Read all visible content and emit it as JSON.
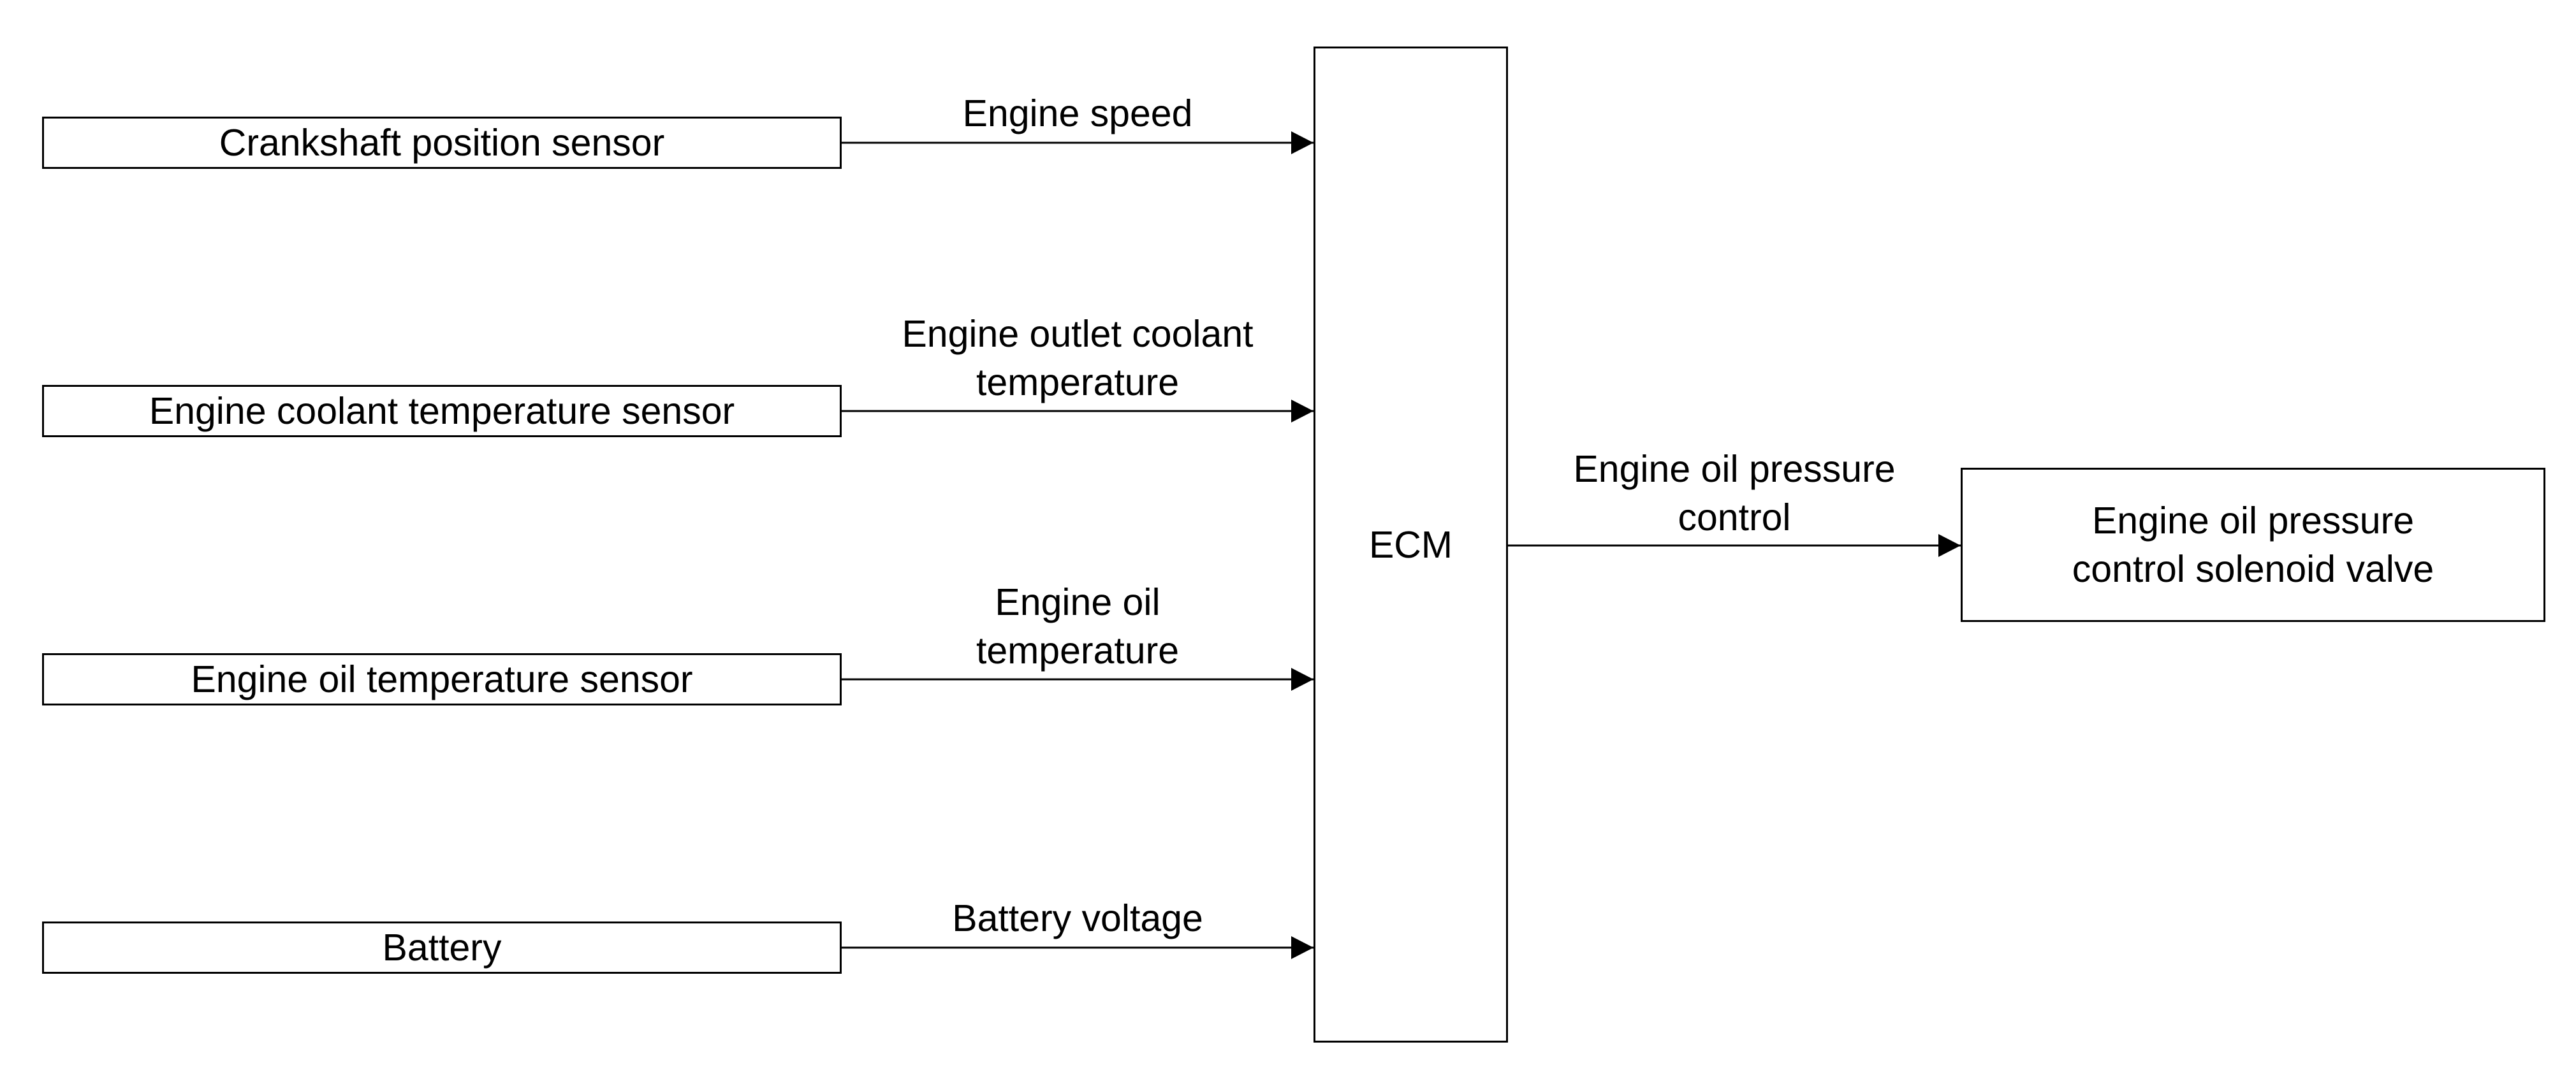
{
  "inputs": {
    "crankshaft": {
      "sensor": "Crankshaft position sensor",
      "signal": [
        "Engine speed"
      ]
    },
    "coolant": {
      "sensor": "Engine coolant temperature sensor",
      "signal": [
        "Engine outlet coolant",
        "temperature"
      ]
    },
    "oil_temp": {
      "sensor": "Engine oil temperature sensor",
      "signal": [
        "Engine oil",
        "temperature"
      ]
    },
    "battery": {
      "sensor": "Battery",
      "signal": [
        "Battery voltage"
      ]
    }
  },
  "ecm": {
    "label": "ECM"
  },
  "output": {
    "signal": [
      "Engine oil pressure",
      "control"
    ],
    "actuator": [
      "Engine oil pressure",
      "control solenoid valve"
    ]
  }
}
